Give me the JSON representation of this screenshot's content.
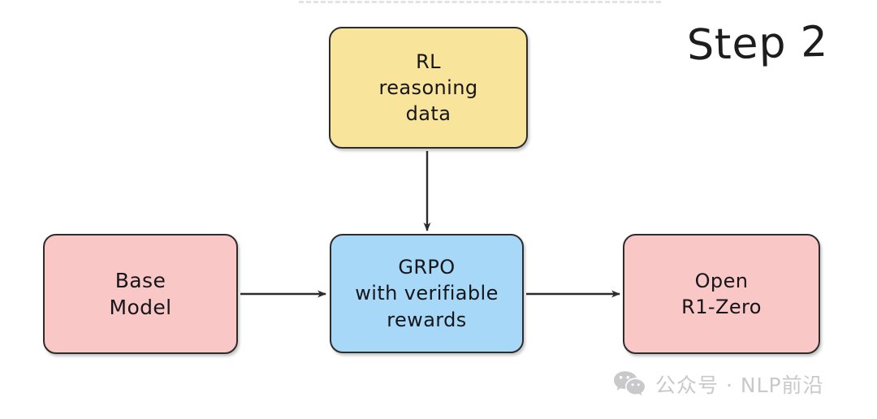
{
  "diagram": {
    "title": "Step 2",
    "top_rule": "dashed-divider",
    "nodes": [
      {
        "id": "base-model",
        "label": "Base\nModel",
        "color": "#fac7c7",
        "border_color": "#2c2c2c"
      },
      {
        "id": "rl-reasoning-data",
        "label": "RL\nreasoning\ndata",
        "color": "#f9e49c",
        "border_color": "#2c2c2c"
      },
      {
        "id": "grpo",
        "label": "GRPO\nwith verifiable\nrewards",
        "color": "#a7d8f8",
        "border_color": "#2c2c2c"
      },
      {
        "id": "open-r1-zero",
        "label": "Open\nR1-Zero",
        "color": "#fac7c7",
        "border_color": "#2c2c2c"
      }
    ],
    "edges": [
      {
        "id": "edge-base-to-grpo",
        "from": "base-model",
        "to": "grpo",
        "direction": "right"
      },
      {
        "id": "edge-rl-to-grpo",
        "from": "rl-reasoning-data",
        "to": "grpo",
        "direction": "down"
      },
      {
        "id": "edge-grpo-to-open",
        "from": "grpo",
        "to": "open-r1-zero",
        "direction": "right"
      }
    ],
    "arrow_color": "#2c2c2c"
  },
  "watermark": {
    "icon": "wechat-icon",
    "text": "公众号 · NLP前沿",
    "color": "#c9c9cb"
  }
}
